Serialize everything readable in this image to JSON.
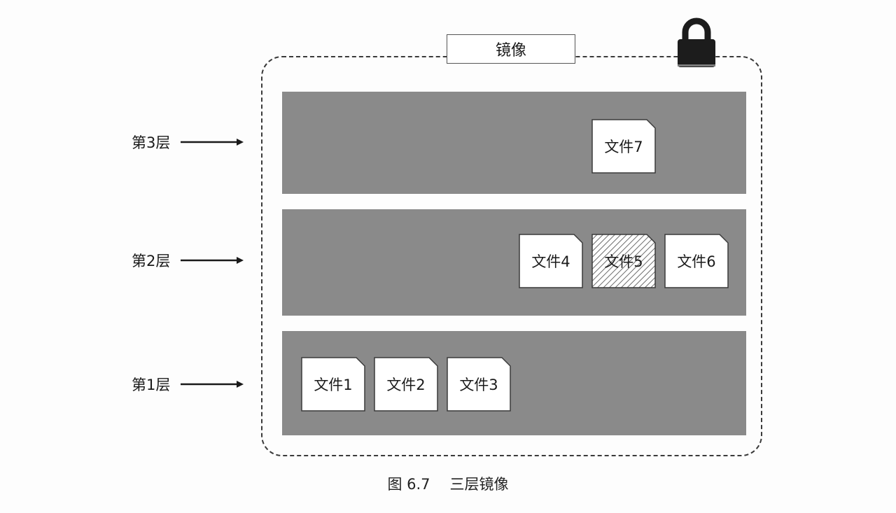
{
  "image": {
    "title": "镜像",
    "lock_icon": "lock-icon"
  },
  "layers": [
    {
      "label": "第3层",
      "files": [
        {
          "name": "文件7",
          "hatched": false
        }
      ]
    },
    {
      "label": "第2层",
      "files": [
        {
          "name": "文件4",
          "hatched": false
        },
        {
          "name": "文件5",
          "hatched": true
        },
        {
          "name": "文件6",
          "hatched": false
        }
      ]
    },
    {
      "label": "第1层",
      "files": [
        {
          "name": "文件1",
          "hatched": false
        },
        {
          "name": "文件2",
          "hatched": false
        },
        {
          "name": "文件3",
          "hatched": false
        }
      ]
    }
  ],
  "caption": {
    "number": "图 6.7",
    "text": "三层镜像"
  },
  "colors": {
    "layer_fill": "#8a8a8a",
    "file_fill": "#ffffff",
    "outline": "#3a3a3a"
  }
}
